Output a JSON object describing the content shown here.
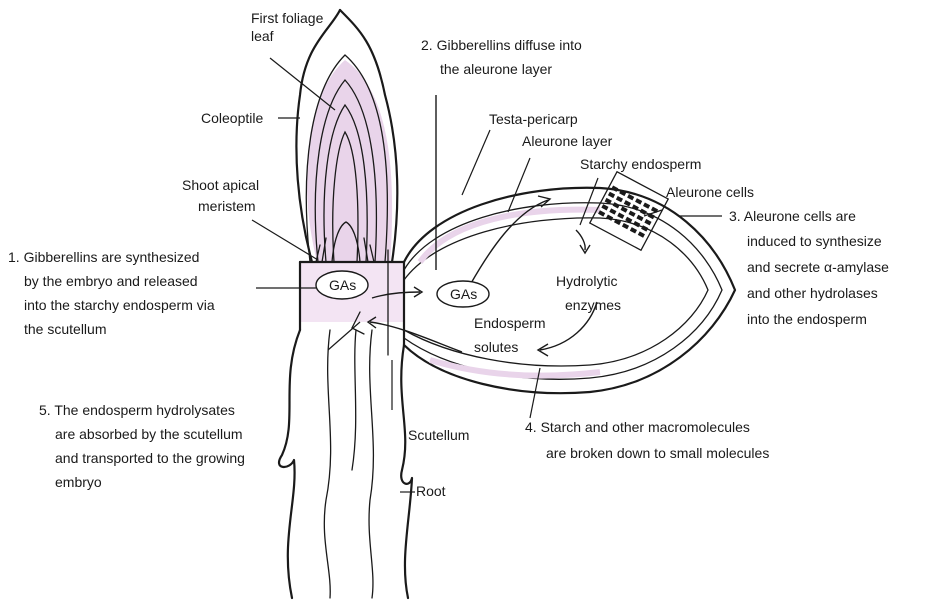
{
  "labels": {
    "first_foliage_leaf": [
      "First foliage",
      "leaf"
    ],
    "coleoptile": "Coleoptile",
    "shoot_apical_meristem": [
      "Shoot apical",
      "meristem"
    ],
    "step1": [
      "1. Gibberellins are synthesized",
      "by the embryo and released",
      "into the starchy endosperm via",
      "the scutellum"
    ],
    "step2": [
      "2. Gibberellins diffuse into",
      "the aleurone layer"
    ],
    "testa_pericarp": "Testa-pericarp",
    "aleurone_layer": "Aleurone layer",
    "starchy_endosperm": "Starchy endosperm",
    "aleurone_cells": "Aleurone cells",
    "step3": [
      "3. Aleurone cells are",
      "induced to synthesize",
      "and secrete α-amylase",
      "and other hydrolases",
      "into the endosperm"
    ],
    "gas_embryo": "GAs",
    "gas_endosperm": "GAs",
    "hydrolytic_enzymes": [
      "Hydrolytic",
      "enzymes"
    ],
    "endosperm_solutes": [
      "Endosperm",
      "solutes"
    ],
    "step4": [
      "4. Starch and other macromolecules",
      "are broken down to small molecules"
    ],
    "step5": [
      "5. The endosperm hydrolysates",
      "are absorbed by the scutellum",
      "and transported to the growing",
      "embryo"
    ],
    "scutellum": "Scutellum",
    "root": "Root"
  },
  "colors": {
    "ink": "#1a1a1a",
    "shading": "#e9d4ea"
  }
}
